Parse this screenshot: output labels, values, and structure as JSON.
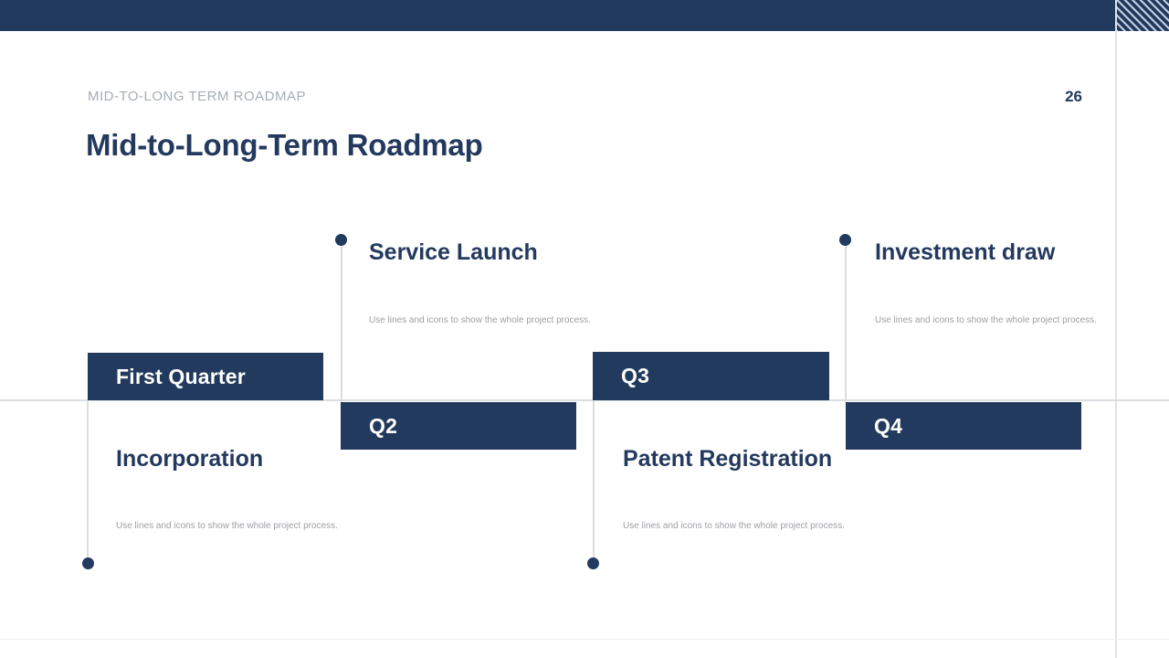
{
  "header": {
    "eyebrow": "MID-TO-LONG TERM ROADMAP",
    "title": "Mid-to-Long-Term Roadmap",
    "page_number": "26"
  },
  "colors": {
    "navy": "#223A5E",
    "stripe_light": "#C3CFE0",
    "rule_gray": "#DDDEE2",
    "eyebrow_gray": "#A7ADB6",
    "caption_gray": "#9FA0A5",
    "title_navy": "#24395E"
  },
  "timeline": {
    "items": [
      {
        "id": "q1",
        "quarter_label": "First Quarter",
        "milestone": "Incorporation",
        "description": "Use lines and icons to show the whole project process.",
        "box_side": "above"
      },
      {
        "id": "q2",
        "quarter_label": "Q2",
        "milestone": "Service Launch",
        "description": "Use lines and icons to show the whole project process.",
        "box_side": "below"
      },
      {
        "id": "q3",
        "quarter_label": "Q3",
        "milestone": "Patent Registration",
        "description": "Use lines and icons to show the whole project process.",
        "box_side": "above"
      },
      {
        "id": "q4",
        "quarter_label": "Q4",
        "milestone": "Investment draw",
        "description": "Use lines and icons to show the whole project process.",
        "box_side": "below"
      }
    ]
  }
}
